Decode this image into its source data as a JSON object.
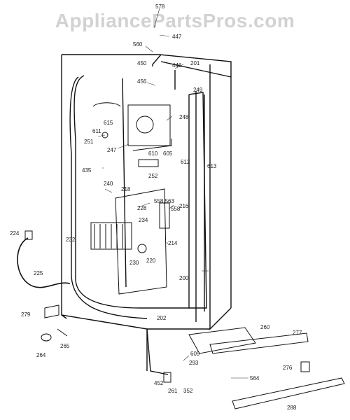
{
  "watermark": "AppliancePartsPros.com",
  "callouts": {
    "p578": "578",
    "p447": "447",
    "p560": "560",
    "p450": "450",
    "p446": "446",
    "p201": "201",
    "p456": "456",
    "p249": "249",
    "p248": "248",
    "p615": "615",
    "p611": "611",
    "p251": "251",
    "p247": "247",
    "p610": "610",
    "p605": "605",
    "p612": "612",
    "p613": "613",
    "p252": "252",
    "p435": "435",
    "p240": "240",
    "p218": "218",
    "p558_563": "558,563",
    "p558": "558",
    "p228": "228",
    "p216": "216",
    "p234": "234",
    "p224": "224",
    "p232": "232",
    "p214": "214",
    "p220": "220",
    "p230": "230",
    "p225": "225",
    "p200": "200",
    "p279": "279",
    "p202": "202",
    "p260": "260",
    "p277": "277",
    "p265": "265",
    "p264": "264",
    "p609": "609",
    "p293": "293",
    "p276": "276",
    "p564": "564",
    "p452": "452",
    "p261": "261",
    "p352": "352",
    "p288": "288"
  }
}
